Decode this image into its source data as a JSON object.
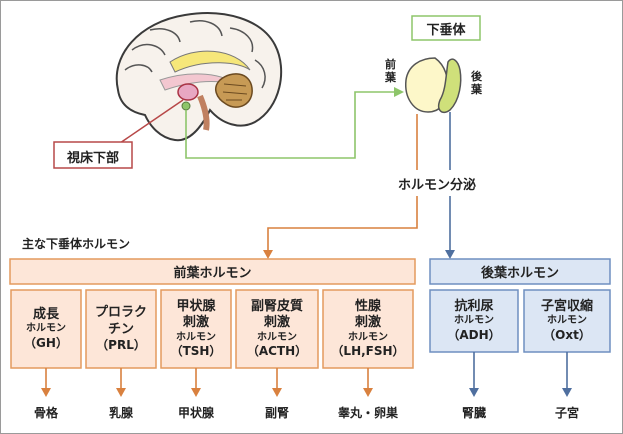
{
  "labels": {
    "hypothalamus": "視床下部",
    "pituitary": "下垂体",
    "anterior_lobe": "前葉",
    "posterior_lobe": "後葉",
    "secretion": "ホルモン分泌",
    "main_title": "主な下垂体ホルモン"
  },
  "groups": {
    "anterior": "前葉ホルモン",
    "posterior": "後葉ホルモン"
  },
  "hormones": [
    {
      "lines": [
        "成長",
        "ホルモン",
        "（GH）"
      ],
      "target": "骨格"
    },
    {
      "lines": [
        "プロラク",
        "チン",
        "（PRL）"
      ],
      "target": "乳腺"
    },
    {
      "lines": [
        "甲状腺",
        "刺激",
        "ホルモン",
        "（TSH）"
      ],
      "target": "甲状腺"
    },
    {
      "lines": [
        "副腎皮質",
        "刺激",
        "ホルモン",
        "（ACTH）"
      ],
      "target": "副腎"
    },
    {
      "lines": [
        "性腺",
        "刺激",
        "ホルモン",
        "（LH,FSH）"
      ],
      "target": "睾丸・卵巣"
    },
    {
      "lines": [
        "抗利尿",
        "ホルモン",
        "（ADH）"
      ],
      "target": "腎臓"
    },
    {
      "lines": [
        "子宮収縮",
        "ホルモン",
        "（Oxt）"
      ],
      "target": "子宮"
    }
  ],
  "colors": {
    "orange_border": "#e39a5e",
    "orange_fill": "#fde6d8",
    "blue_border": "#6f8fc0",
    "blue_fill": "#dce6f4",
    "green": "#8dc56a",
    "red_border": "#b74848",
    "arrow_orange": "#d9813f",
    "arrow_blue": "#4f6f9f"
  },
  "icons": {
    "brain": "brain-illustration-icon",
    "pituitary": "pituitary-gland-icon"
  }
}
